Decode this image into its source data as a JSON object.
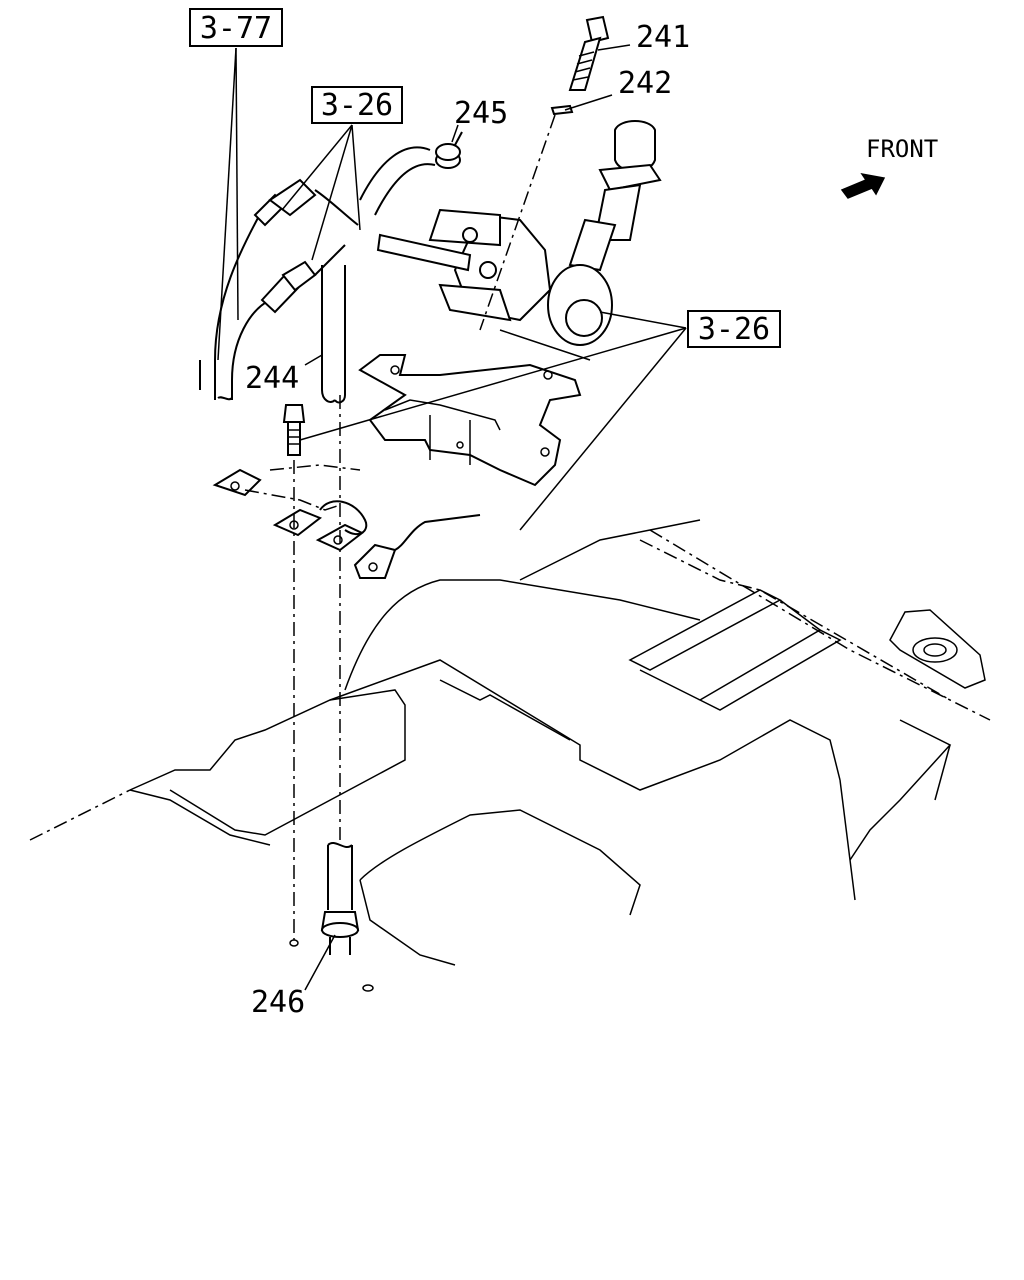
{
  "ref_boxes": [
    "3-77",
    "3-26",
    "3-26"
  ],
  "part_numbers": [
    "241",
    "242",
    "245",
    "244",
    "246"
  ],
  "direction": {
    "label": "FRONT",
    "icon": "arrow-icon"
  }
}
